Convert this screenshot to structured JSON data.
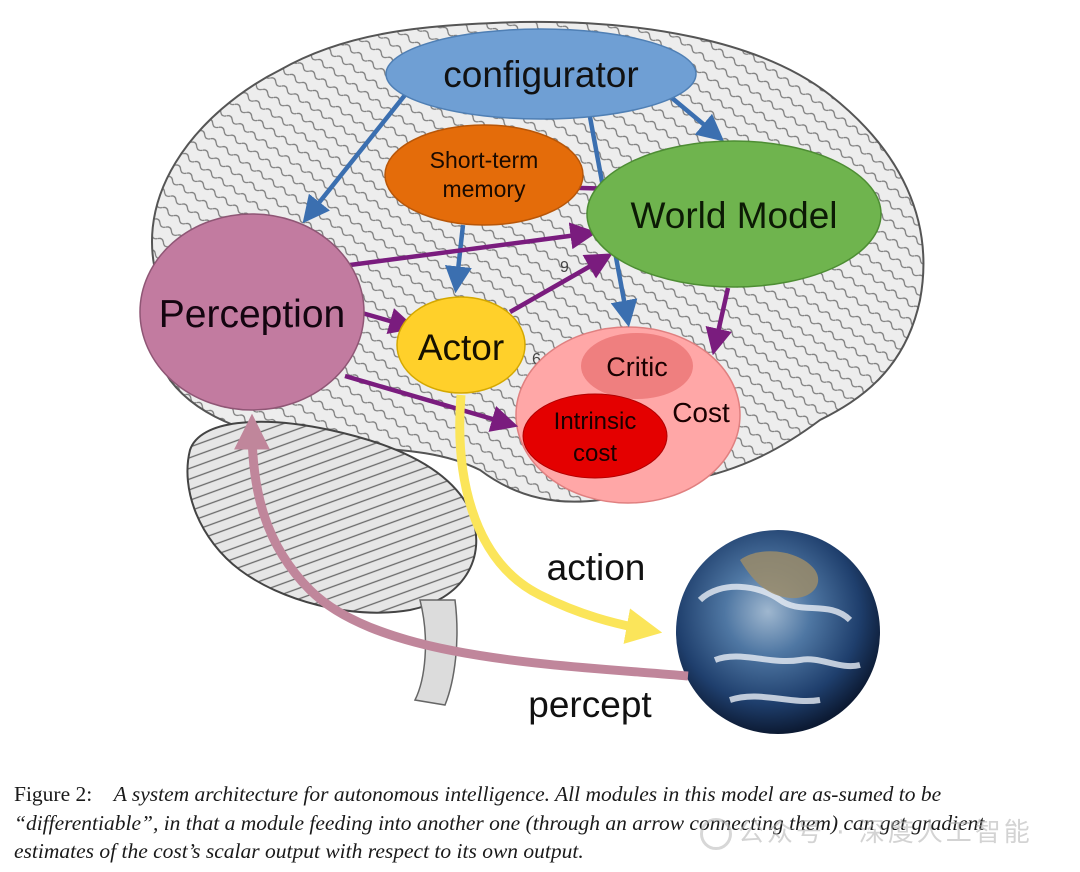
{
  "modules": {
    "configurator": "configurator",
    "short_term_memory_line1": "Short-term",
    "short_term_memory_line2": "memory",
    "world_model": "World Model",
    "perception": "Perception",
    "actor": "Actor",
    "critic": "Critic",
    "cost": "Cost",
    "intrinsic_cost_line1": "Intrinsic",
    "intrinsic_cost_line2": "cost"
  },
  "flows": {
    "action": "action",
    "percept": "percept"
  },
  "brain_marks": {
    "mark_9": "9",
    "mark_6": "6"
  },
  "colors": {
    "configurator": "#6f9fd4",
    "short_term_memory": "#e46c0a",
    "world_model": "#6fb44e",
    "perception": "#c27ba0",
    "actor": "#ffd02a",
    "cost": "#ffa7a7",
    "critic": "#ef7f7f",
    "intrinsic_cost": "#e40000",
    "blue_arrow": "#3b6fb0",
    "purple_arrow": "#7a1c7e",
    "action_arrow": "#fbe55a",
    "percept_arrow": "#c0869b"
  },
  "caption": {
    "label": "Figure 2:",
    "text": "A system architecture for autonomous intelligence. All modules in this model are as-sumed to be “differentiable”, in that a module feeding into another one (through an arrow connecting them) can get gradient estimates of the cost’s scalar output with respect to its own output."
  },
  "watermark": "公众号 · 深度人工智能"
}
